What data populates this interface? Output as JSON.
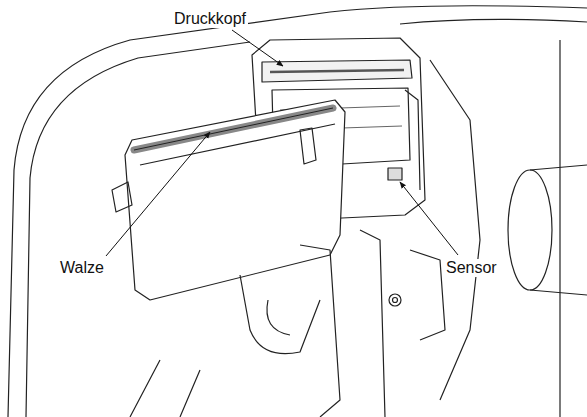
{
  "diagram": {
    "labels": [
      "Druckkopf",
      "Walze",
      "Sensor"
    ]
  }
}
